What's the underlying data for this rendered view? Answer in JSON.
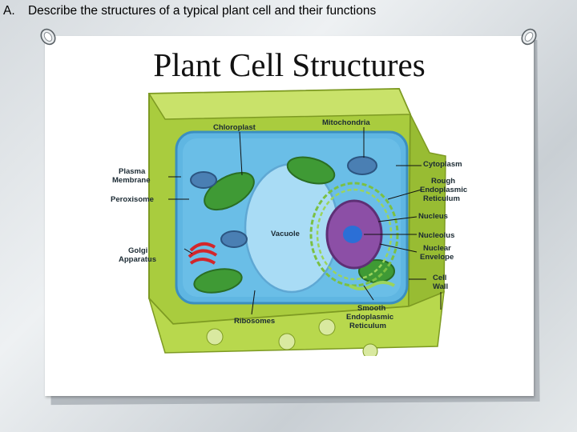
{
  "heading": {
    "marker": "A.",
    "text": "Describe the structures of a typical plant cell and their functions"
  },
  "slide": {
    "title": "Plant Cell Structures"
  },
  "diagram": {
    "labels": {
      "chloroplast": "Chloroplast",
      "mitochondria": "Mitochondria",
      "cytoplasm": "Cytoplasm",
      "plasma_membrane_1": "Plasma",
      "plasma_membrane_2": "Membrane",
      "rough_er_1": "Rough",
      "rough_er_2": "Endoplasmic",
      "rough_er_3": "Reticulum",
      "peroxisome": "Peroxisome",
      "nucleus": "Nucleus",
      "vacuole": "Vacuole",
      "nucleolus": "Nucleolus",
      "golgi_1": "Golgi",
      "golgi_2": "Apparatus",
      "nuclear_envelope_1": "Nuclear",
      "nuclear_envelope_2": "Envelope",
      "cell_wall_1": "Cell",
      "cell_wall_2": "Wall",
      "ribosomes": "Ribosomes",
      "smooth_er_1": "Smooth",
      "smooth_er_2": "Endoplasmic",
      "smooth_er_3": "Reticulum"
    }
  },
  "colors": {
    "cell_wall": "#b5d547",
    "cytoplasm": "#5fb6e2",
    "vacuole": "#a9dcf5",
    "nucleus": "#8c4fa6",
    "chloroplast": "#3f9a35",
    "golgi": "#d3262b"
  }
}
